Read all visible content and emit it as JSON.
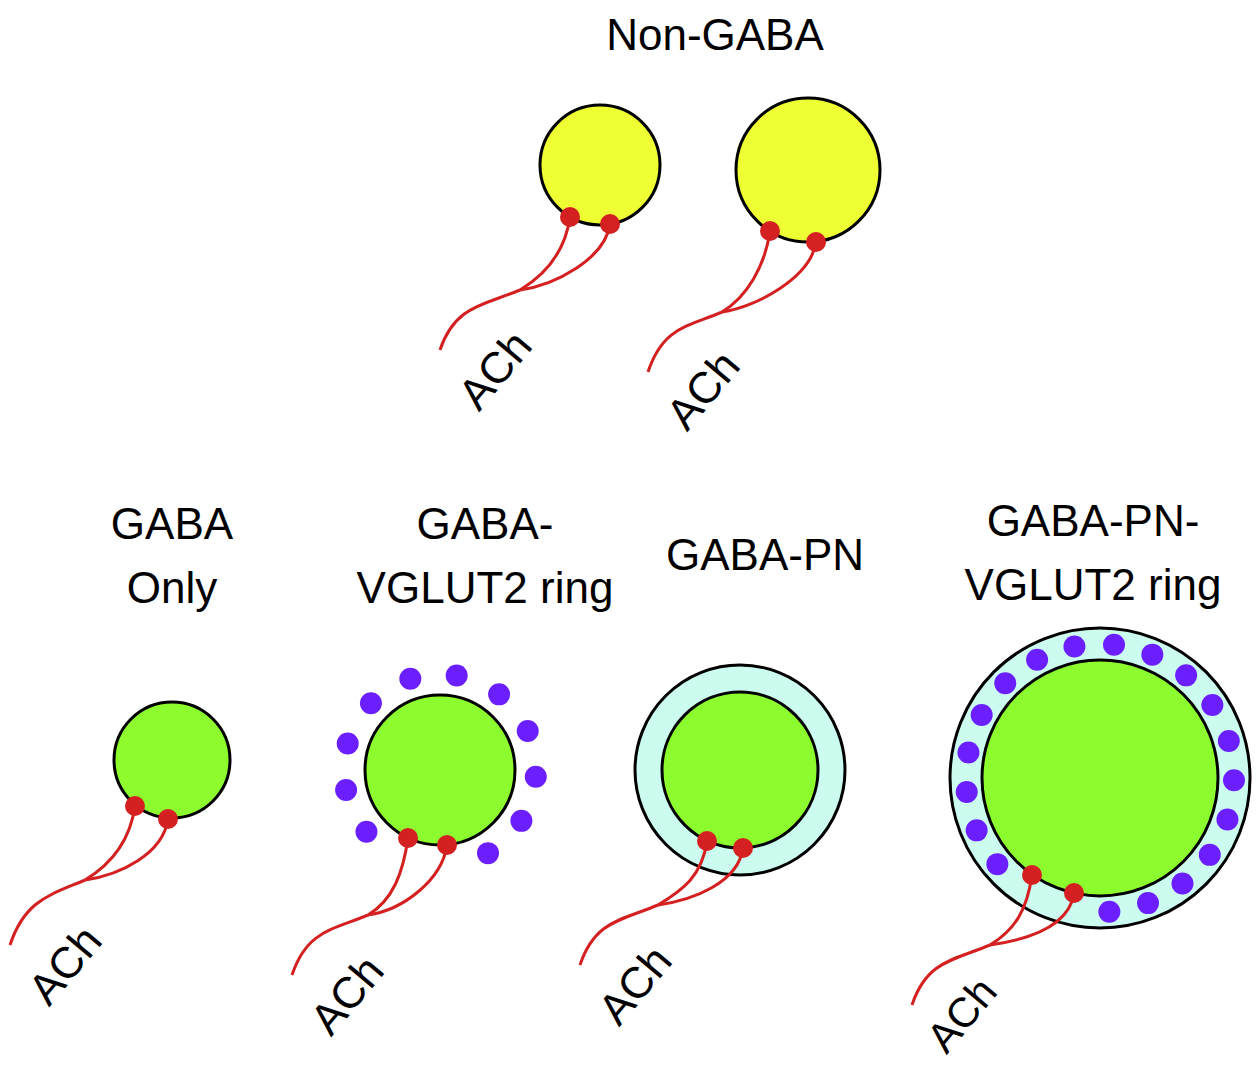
{
  "diagram": {
    "nodes": [
      {
        "text": [
          "GABA Only"
        ]
      },
      {
        "text": [
          "GABA- VGLUT2 ring"
        ]
      },
      {
        "text": [
          "GABA-PN"
        ]
      },
      {
        "text": [
          "GABA-PN- VGLUT2 ring"
        ]
      }
    ],
    "labels": [
      "Non-GABA",
      "ACh",
      "ACh",
      "ACh",
      "ACh",
      "ACh",
      "ACh"
    ]
  }
}
